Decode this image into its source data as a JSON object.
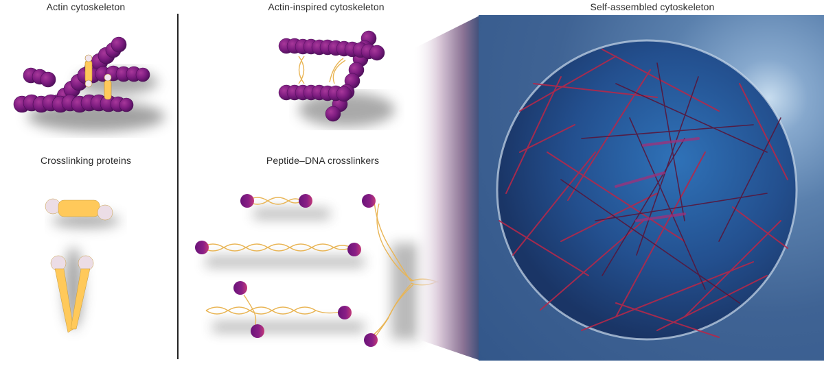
{
  "figure": {
    "panels": [
      {
        "id": "actin",
        "label": "Actin cytoskeleton"
      },
      {
        "id": "actin-inspired",
        "label": "Actin-inspired cytoskeleton"
      },
      {
        "id": "self-assembled",
        "label": "Self-assembled cytoskeleton"
      },
      {
        "id": "crosslinking-proteins",
        "label": "Crosslinking proteins"
      },
      {
        "id": "peptide-dna",
        "label": "Peptide–DNA crosslinkers"
      }
    ],
    "colors": {
      "filament_purple": "#7a1a7e",
      "filament_magenta": "#9c2a86",
      "dna_gold": "#f2c460",
      "protein_yellow": "#ffc95a",
      "protein_head": "#ecdde6",
      "panel_blue": "#3f6394",
      "network_red": "#b4284a",
      "divider": "#222222"
    }
  }
}
